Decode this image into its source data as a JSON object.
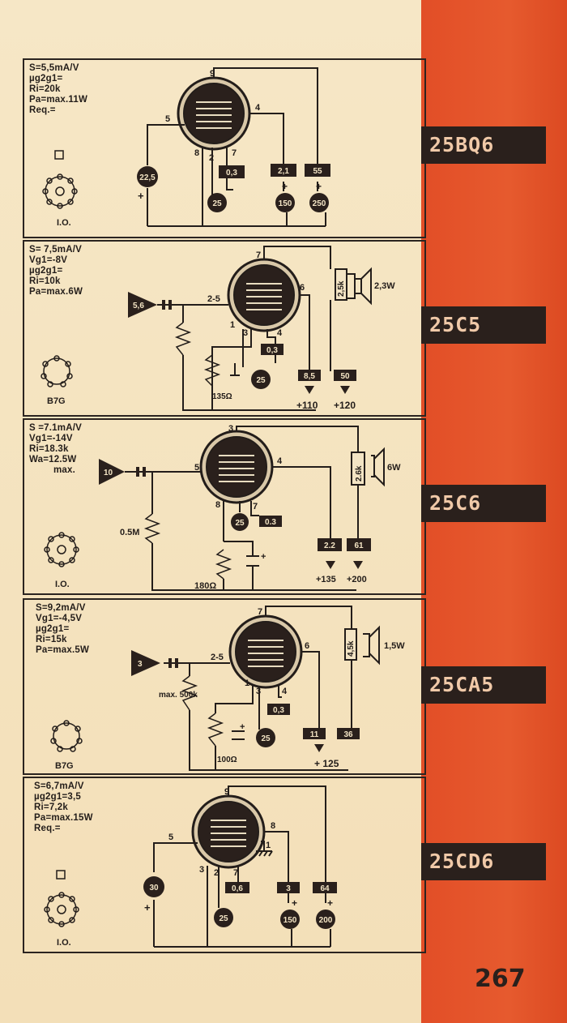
{
  "page_number": "267",
  "tubes": [
    {
      "name": "25BQ6",
      "spec": [
        "S=5,5mA/V",
        "µg2g1=",
        "Ri=20k",
        "Pa=max.11W",
        "Req.="
      ],
      "base": "I.O.",
      "pins": [
        "9",
        "5",
        "4",
        "8",
        "2",
        "7"
      ],
      "values": [
        "22,5",
        "0,3",
        "2,1",
        "55",
        "25",
        "150",
        "250"
      ]
    },
    {
      "name": "25C5",
      "spec": [
        "S= 7,5mA/V",
        "Vg1=-8V",
        "µg2g1=",
        "Ri=10k",
        "Pa=max.6W"
      ],
      "base": "B7G",
      "pins": [
        "7",
        "2-5",
        "6",
        "1",
        "3",
        "4"
      ],
      "input": "5,6",
      "load": "2,5k",
      "power": "2,3W",
      "resistor": "135Ω",
      "values": [
        "0,3",
        "8,5",
        "50",
        "25"
      ],
      "supplies": [
        "+110",
        "+120"
      ]
    },
    {
      "name": "25C6",
      "spec": [
        "S =7.1mA/V",
        "Vg1=-14V",
        "Ri=18.3k",
        "Wa=12.5W",
        "max."
      ],
      "base": "I.O.",
      "pins": [
        "3",
        "5",
        "4",
        "8",
        "7"
      ],
      "input": "10",
      "load": "2.6k",
      "power": "6W",
      "grid_resistor": "0.5M",
      "resistor": "180Ω",
      "values": [
        "25",
        "0.3",
        "2.2",
        "61"
      ],
      "supplies": [
        "+135",
        "+200"
      ]
    },
    {
      "name": "25CA5",
      "spec": [
        "S=9,2mA/V",
        "Vg1=-4,5V",
        "µg2g1=",
        "Ri=15k",
        "Pa=max.5W"
      ],
      "base": "B7G",
      "pins": [
        "7",
        "2-5",
        "6",
        "1",
        "3",
        "4"
      ],
      "input": "3",
      "load": "4,5k",
      "power": "1,5W",
      "grid_resistor": "max. 500k",
      "resistor": "100Ω",
      "values": [
        "0,3",
        "25",
        "11",
        "36"
      ],
      "supplies": [
        "+ 125"
      ]
    },
    {
      "name": "25CD6",
      "spec": [
        "S=6,7mA/V",
        "µg2g1=3,5",
        "Ri=7,2k",
        "Pa=max.15W",
        "Req.="
      ],
      "base": "I.O.",
      "pins": [
        "9",
        "5",
        "8",
        "1",
        "3",
        "2",
        "7"
      ],
      "values": [
        "30",
        "0,6",
        "3",
        "64",
        "25",
        "150",
        "200"
      ]
    }
  ]
}
